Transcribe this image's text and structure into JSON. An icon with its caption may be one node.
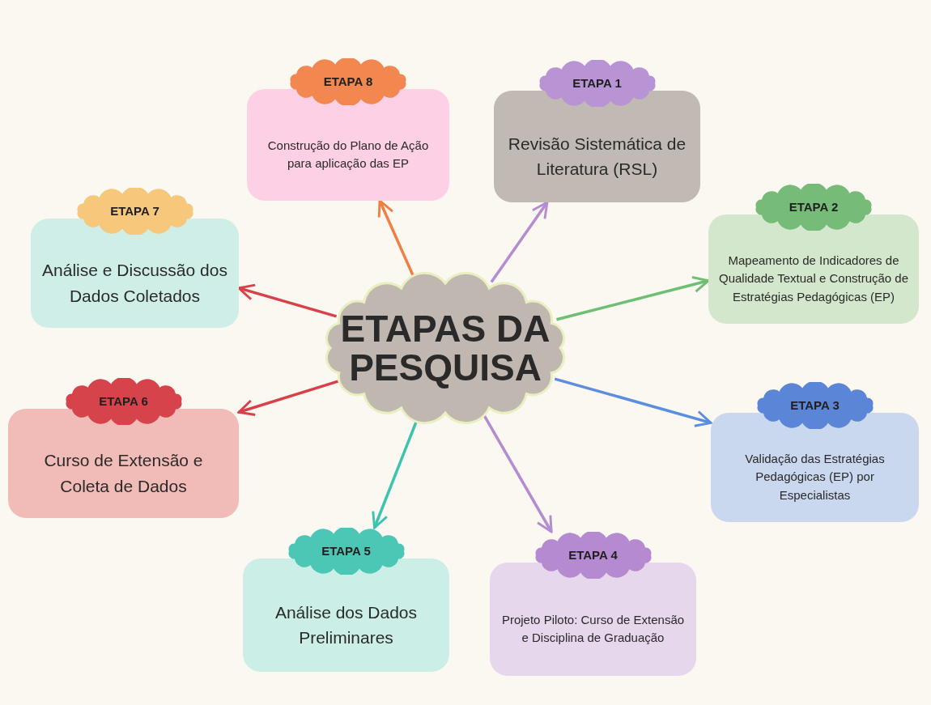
{
  "diagram": {
    "nodes": [
      {
        "text": [
          "ETAPAS DA PESQUISA"
        ]
      },
      {
        "text": [
          "ETAPA 1",
          "Revisão Sistemática de Literatura (RSL)"
        ]
      },
      {
        "text": [
          "ETAPA 2",
          "Mapeamento de Indicadores de Qualidade Textual e Construção de Estratégias Pedagógicas (EP)"
        ]
      },
      {
        "text": [
          "ETAPA 3",
          "Validação das Estratégias Pedagógicas (EP) por Especialistas"
        ]
      },
      {
        "text": [
          "ETAPA 4",
          "Projeto Piloto: Curso de Extensão e Disciplina de Graduação"
        ]
      },
      {
        "text": [
          "ETAPA 5",
          "Análise dos Dados Preliminares"
        ]
      },
      {
        "text": [
          "ETAPA 6",
          "Curso de Extensão e Coleta de Dados"
        ]
      },
      {
        "text": [
          "ETAPA 7",
          "Análise e Discussão dos Dados Coletados"
        ]
      },
      {
        "text": [
          "ETAPA 8",
          "Construção do Plano de Ação para aplicação das EP"
        ]
      }
    ],
    "edges": [
      {
        "from": 0,
        "to": 1,
        "arrow": "to",
        "color": "#b48cd0"
      },
      {
        "from": 0,
        "to": 2,
        "arrow": "to",
        "color": "#6dbf73"
      },
      {
        "from": 0,
        "to": 3,
        "arrow": "to",
        "color": "#5b8de0"
      },
      {
        "from": 0,
        "to": 4,
        "arrow": "to",
        "color": "#b48cd0"
      },
      {
        "from": 0,
        "to": 5,
        "arrow": "to",
        "color": "#3cc4b0"
      },
      {
        "from": 0,
        "to": 6,
        "arrow": "to",
        "color": "#d9414a"
      },
      {
        "from": 0,
        "to": 7,
        "arrow": "to",
        "color": "#d9414a"
      },
      {
        "from": 0,
        "to": 8,
        "arrow": "to",
        "color": "#f07f45"
      }
    ]
  }
}
